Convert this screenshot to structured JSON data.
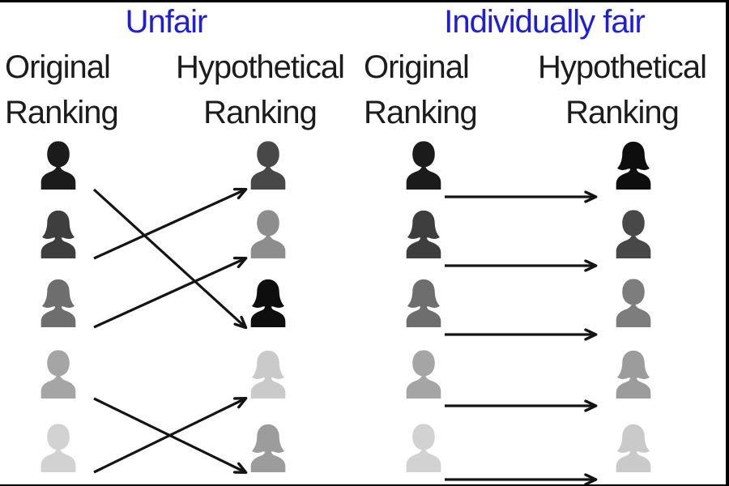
{
  "figure": {
    "background": "#ffffff",
    "border_color": "#000000",
    "title_color": "#1b1bef",
    "text_color": "#1c1c1c",
    "arrow_color": "#141414"
  },
  "panels": [
    {
      "id": "unfair",
      "title": "Unfair",
      "col1_header": [
        "Original",
        "Ranking"
      ],
      "col2_header": [
        "Hypothetical",
        "Ranking"
      ],
      "original": [
        {
          "rank": 1,
          "gender": "male",
          "shade": "#1b1b1b"
        },
        {
          "rank": 2,
          "gender": "female",
          "shade": "#3e3e3e"
        },
        {
          "rank": 3,
          "gender": "female",
          "shade": "#6e6e6e"
        },
        {
          "rank": 4,
          "gender": "male",
          "shade": "#a5a5a5"
        },
        {
          "rank": 5,
          "gender": "male",
          "shade": "#d2d2d2"
        }
      ],
      "hypothetical": [
        {
          "rank": 1,
          "gender": "male",
          "shade": "#484848"
        },
        {
          "rank": 2,
          "gender": "male",
          "shade": "#8d8d8d"
        },
        {
          "rank": 3,
          "gender": "female",
          "shade": "#0e0e0e"
        },
        {
          "rank": 4,
          "gender": "female",
          "shade": "#cacaca"
        },
        {
          "rank": 5,
          "gender": "female",
          "shade": "#9c9c9c"
        }
      ],
      "mappings": [
        {
          "from": 1,
          "to": 3
        },
        {
          "from": 2,
          "to": 1
        },
        {
          "from": 3,
          "to": 2
        },
        {
          "from": 4,
          "to": 5
        },
        {
          "from": 5,
          "to": 4
        }
      ]
    },
    {
      "id": "individually-fair",
      "title": "Individually fair",
      "col1_header": [
        "Original",
        "Ranking"
      ],
      "col2_header": [
        "Hypothetical",
        "Ranking"
      ],
      "original": [
        {
          "rank": 1,
          "gender": "male",
          "shade": "#1b1b1b"
        },
        {
          "rank": 2,
          "gender": "female",
          "shade": "#3e3e3e"
        },
        {
          "rank": 3,
          "gender": "female",
          "shade": "#6e6e6e"
        },
        {
          "rank": 4,
          "gender": "male",
          "shade": "#a5a5a5"
        },
        {
          "rank": 5,
          "gender": "male",
          "shade": "#d2d2d2"
        }
      ],
      "hypothetical": [
        {
          "rank": 1,
          "gender": "female",
          "shade": "#0e0e0e"
        },
        {
          "rank": 2,
          "gender": "male",
          "shade": "#484848"
        },
        {
          "rank": 3,
          "gender": "male",
          "shade": "#7d7d7d"
        },
        {
          "rank": 4,
          "gender": "female",
          "shade": "#9c9c9c"
        },
        {
          "rank": 5,
          "gender": "female",
          "shade": "#cacaca"
        }
      ],
      "mappings": [
        {
          "from": 1,
          "to": 1
        },
        {
          "from": 2,
          "to": 2
        },
        {
          "from": 3,
          "to": 3
        },
        {
          "from": 4,
          "to": 4
        },
        {
          "from": 5,
          "to": 5
        }
      ]
    }
  ]
}
